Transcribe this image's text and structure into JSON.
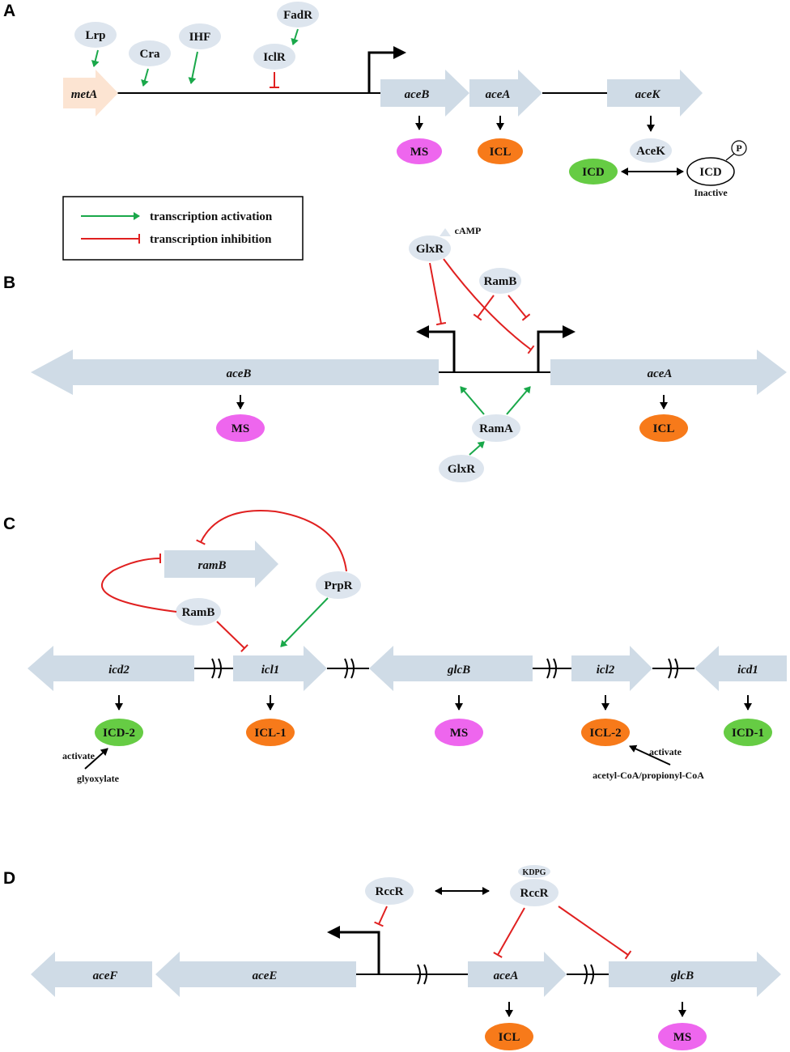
{
  "panels": {
    "a": {
      "letter": "A",
      "regulators": {
        "lrp": "Lrp",
        "cra": "Cra",
        "ihf": "IHF",
        "fadr": "FadR",
        "iclr": "IclR"
      },
      "genes": {
        "meta": "metA",
        "aceb": "aceB",
        "acea": "aceA",
        "acek": "aceK"
      },
      "proteins": {
        "ms": "MS",
        "icl": "ICL",
        "acek": "AceK",
        "icd": "ICD",
        "icd_inactive": "ICD",
        "phospho": "P",
        "inactive": "Inactive"
      }
    },
    "legend": {
      "activation": "transcription activation",
      "inhibition": "transcription inhibition"
    },
    "b": {
      "letter": "B",
      "regulators": {
        "glxr_top": "GlxR",
        "camp": "cAMP",
        "ramb": "RamB",
        "rama": "RamA",
        "glxr_bottom": "GlxR"
      },
      "genes": {
        "aceb": "aceB",
        "acea": "aceA"
      },
      "proteins": {
        "ms": "MS",
        "icl": "ICL"
      }
    },
    "c": {
      "letter": "C",
      "regulators": {
        "ramb": "RamB",
        "prpr": "PrpR"
      },
      "genes": {
        "ramb": "ramB",
        "icd2": "icd2",
        "icl1": "icl1",
        "glcb": "glcB",
        "icl2": "icl2",
        "icd1": "icd1"
      },
      "proteins": {
        "icd2": "ICD-2",
        "icl1": "ICL-1",
        "ms": "MS",
        "icl2": "ICL-2",
        "icd1": "ICD-1"
      },
      "notes": {
        "activate_left": "activate",
        "glyoxylate": "glyoxylate",
        "activate_right": "activate",
        "acyl_coa": "acetyl-CoA/propionyl-CoA"
      }
    },
    "d": {
      "letter": "D",
      "regulators": {
        "rccr_left": "RccR",
        "rccr_right": "RccR",
        "kdpg": "KDPG"
      },
      "genes": {
        "acef": "aceF",
        "acee": "aceE",
        "acea": "aceA",
        "glcb": "glcB"
      },
      "proteins": {
        "icl": "ICL",
        "ms": "MS"
      }
    }
  },
  "colors": {
    "gene_arrow": "#cfdbe6",
    "regulator": "#dde5ee",
    "meta_arrow": "#fce4d2",
    "ms": "#ee66ee",
    "icl": "#f77a1a",
    "icd": "#66cc44",
    "activation": "#1aa84a",
    "inhibition": "#e02020"
  }
}
